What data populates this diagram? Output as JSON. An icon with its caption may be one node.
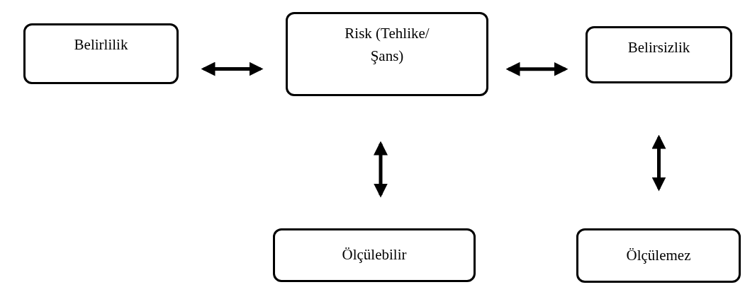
{
  "diagram": {
    "nodes": [
      {
        "text": [
          "Belirlilik"
        ]
      },
      {
        "text": [
          "Risk (Tehlike/ Şans)"
        ]
      },
      {
        "text": [
          "Belirsizlik"
        ]
      },
      {
        "text": [
          "Ölçülebilir"
        ]
      },
      {
        "text": [
          "Ölçülemez"
        ]
      }
    ],
    "edges": [
      {
        "from": 0,
        "to": 1,
        "arrow": "both"
      },
      {
        "from": 1,
        "to": 2,
        "arrow": "both"
      },
      {
        "from": 1,
        "to": 3,
        "arrow": "both"
      },
      {
        "from": 2,
        "to": 4,
        "arrow": "both"
      }
    ]
  }
}
